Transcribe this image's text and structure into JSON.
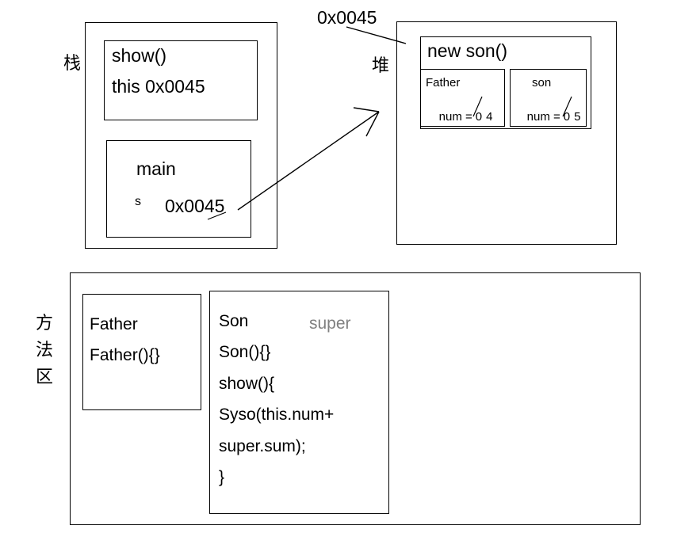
{
  "diagram": {
    "title": "JVM memory layout: stack, heap, method area",
    "regions": {
      "stack": {
        "label": "栈",
        "frames": [
          {
            "name": "show-frame",
            "lines": [
              "show()",
              "this 0x0045"
            ]
          },
          {
            "name": "main-frame",
            "title": "main",
            "var_name": "s",
            "var_value": "0x0045"
          }
        ]
      },
      "heap": {
        "label": "堆",
        "address_label": "0x0045",
        "object": {
          "title": "new son()",
          "parts": [
            {
              "name": "Father",
              "field_label": "num =",
              "old_value": "0",
              "new_value": "4"
            },
            {
              "name": "son",
              "field_label": "num =",
              "old_value": "0",
              "new_value": "5"
            }
          ]
        }
      },
      "method_area": {
        "label": "方法区",
        "label_chars": [
          "方",
          "法",
          "区"
        ],
        "classes": [
          {
            "name": "Father",
            "lines": [
              "Father",
              "Father(){}"
            ]
          },
          {
            "name": "Son",
            "annotation": "super",
            "lines": [
              "Son",
              "Son(){}",
              "show(){",
              "Syso(this.num+",
              "super.sum);",
              "}"
            ]
          }
        ]
      }
    },
    "connectors": [
      {
        "name": "address-to-heap-leader",
        "from": "0x0045 label",
        "to": "heap box"
      },
      {
        "name": "main-ref-to-heap-arrow",
        "from": "main s 0x0045",
        "to": "heap object"
      }
    ],
    "colors": {
      "stroke": "#000000",
      "background": "#ffffff",
      "annotation": "#808080"
    }
  }
}
